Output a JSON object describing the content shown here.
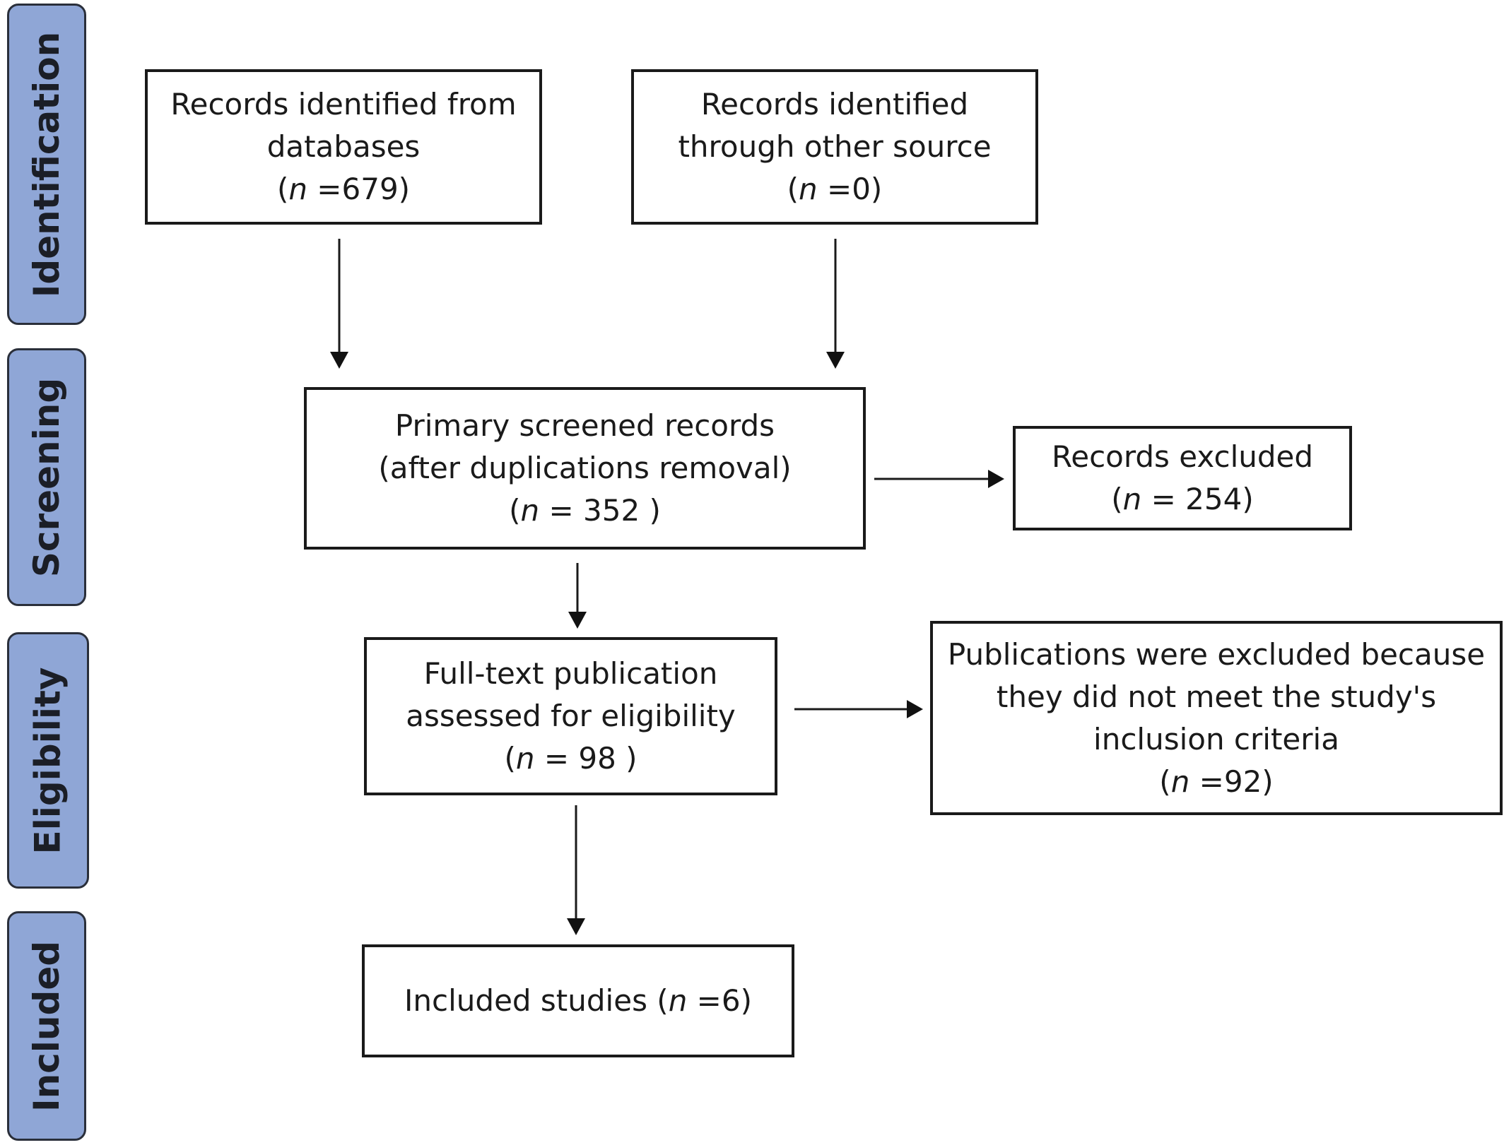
{
  "stages": [
    {
      "id": "identification",
      "label": "Identification"
    },
    {
      "id": "screening",
      "label": "Screening"
    },
    {
      "id": "eligibility",
      "label": "Eligibility"
    },
    {
      "id": "included",
      "label": "Included"
    }
  ],
  "boxes": {
    "databases": {
      "line1": "Records identified from",
      "line2": "databases",
      "n_symbol": "n",
      "count_text": " =679)"
    },
    "other_source": {
      "line1": "Records identified",
      "line2": "through other source",
      "n_symbol": "n",
      "count_text": " =0)"
    },
    "primary_screened": {
      "line1": "Primary screened records",
      "line2": "(after duplications removal)",
      "n_symbol": "n",
      "count_text": " = 352 )"
    },
    "records_excluded": {
      "line1": "Records excluded",
      "n_symbol": "n",
      "count_text": " = 254)"
    },
    "full_text": {
      "line1": "Full-text publication",
      "line2": "assessed for eligibility",
      "n_symbol": "n",
      "count_text": " = 98 )"
    },
    "publications_excluded": {
      "line1": "Publications were excluded because",
      "line2": "they did not meet the study's",
      "line3": "inclusion criteria",
      "n_symbol": "n",
      "count_text": " =92)"
    },
    "included_studies": {
      "prefix": "Included studies (",
      "n_symbol": "n",
      "count_text": " =6)"
    }
  }
}
